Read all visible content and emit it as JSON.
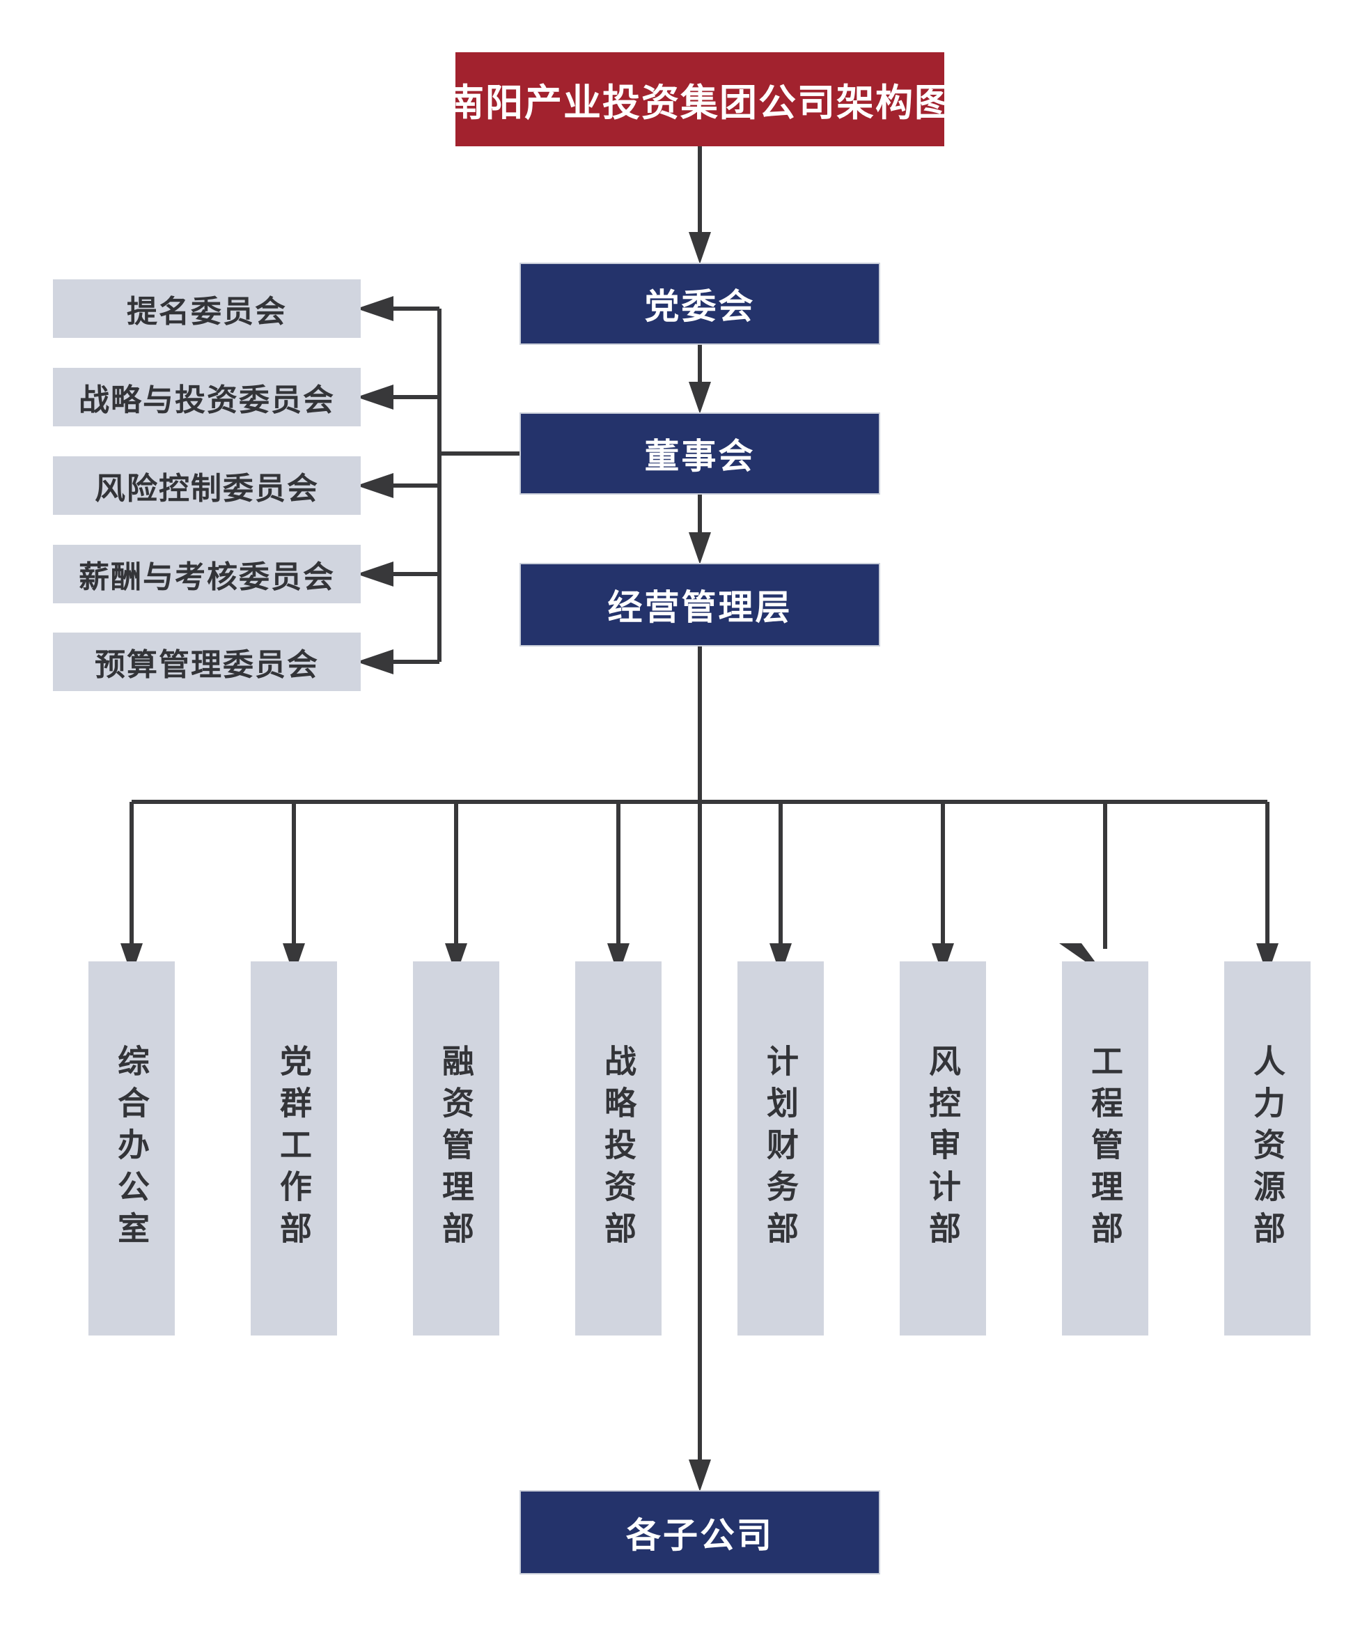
{
  "title": "南阳产业投资集团公司架构图",
  "nodes": {
    "party_committee": "党委会",
    "board": "董事会",
    "management": "经营管理层",
    "subsidiaries": "各子公司"
  },
  "committees": [
    "提名委员会",
    "战略与投资委员会",
    "风险控制委员会",
    "薪酬与考核委员会",
    "预算管理委员会"
  ],
  "departments": [
    "综合办公室",
    "党群工作部",
    "融资管理部",
    "战略投资部",
    "计划财务部",
    "风控审计部",
    "工程管理部",
    "人力资源部"
  ],
  "colors": {
    "title_bg": "#A2222E",
    "node_bg": "#24336B",
    "panel_bg": "#D1D5DF",
    "connector": "#38383A",
    "text_dark": "#333438",
    "text_light": "#FFFFFF"
  }
}
